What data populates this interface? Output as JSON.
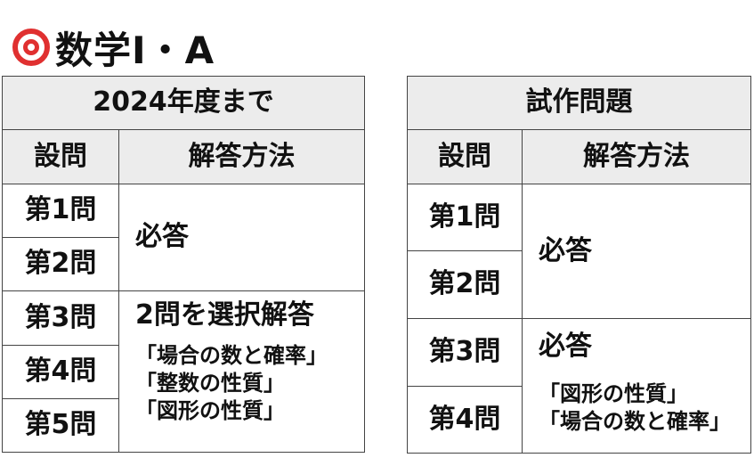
{
  "title": "数学Ⅰ・A",
  "left_table": {
    "header": "2024年度まで",
    "col_question": "設問",
    "col_method": "解答方法",
    "rows": [
      "第1問",
      "第2問",
      "第3問",
      "第4問",
      "第5問"
    ],
    "required": "必答",
    "select": "2問を選択解答",
    "options": [
      "「場合の数と確率」",
      "「整数の性質」",
      "「図形の性質」"
    ]
  },
  "right_table": {
    "header": "試作問題",
    "col_question": "設問",
    "col_method": "解答方法",
    "rows": [
      "第1問",
      "第2問",
      "第3問",
      "第4問"
    ],
    "required_a": "必答",
    "required_b": "必答",
    "topics": [
      "「図形の性質」",
      "「場合の数と確率」"
    ]
  }
}
